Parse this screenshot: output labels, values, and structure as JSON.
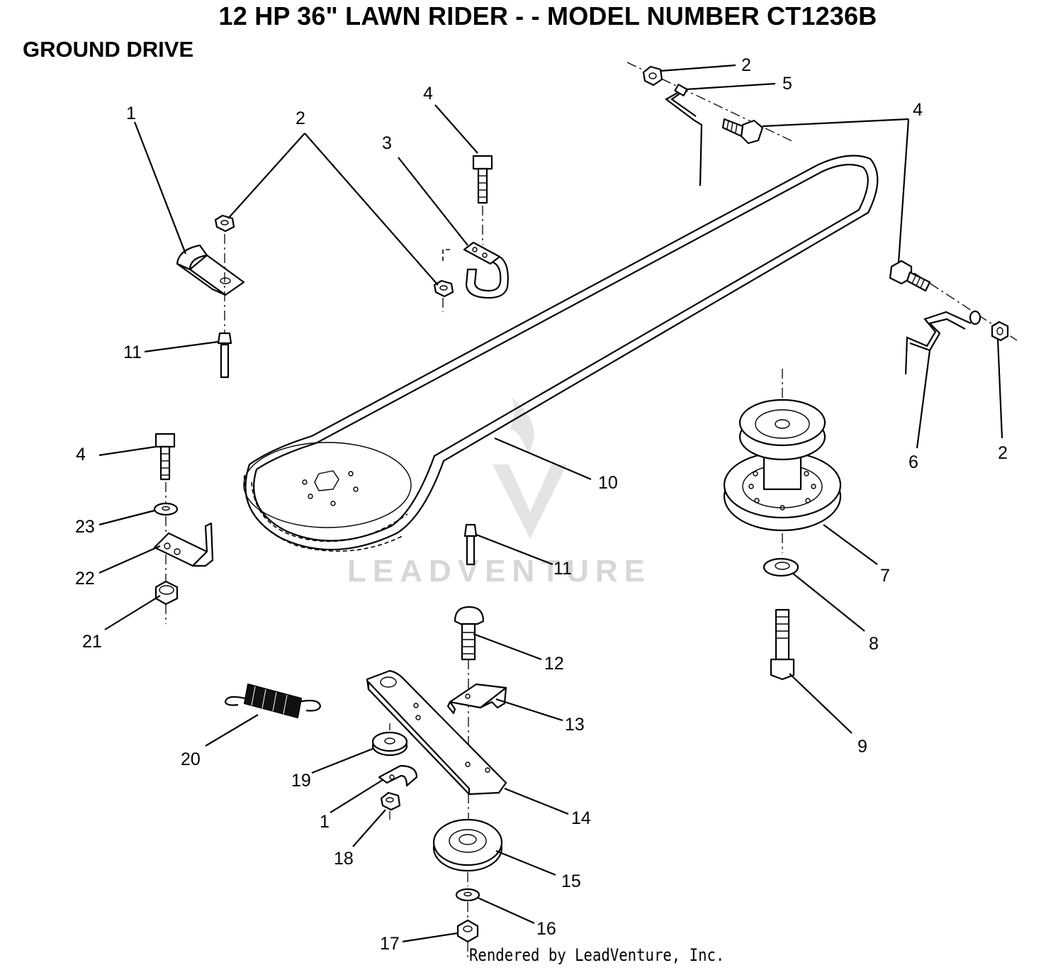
{
  "title": "12 HP 36\" LAWN RIDER - - MODEL NUMBER CT1236B",
  "subtitle": "GROUND DRIVE",
  "credit": "Rendered by LeadVenture, Inc.",
  "watermark": "LEADVENTURE",
  "callouts": [
    "1",
    "2",
    "4",
    "3",
    "2",
    "5",
    "4",
    "11",
    "4",
    "23",
    "22",
    "21",
    "10",
    "11",
    "12",
    "13",
    "20",
    "19",
    "1",
    "18",
    "14",
    "15",
    "16",
    "17",
    "7",
    "8",
    "9",
    "6",
    "2"
  ],
  "colors": {
    "line": "#000000",
    "background": "#ffffff",
    "watermark": "#d7d7d7"
  }
}
